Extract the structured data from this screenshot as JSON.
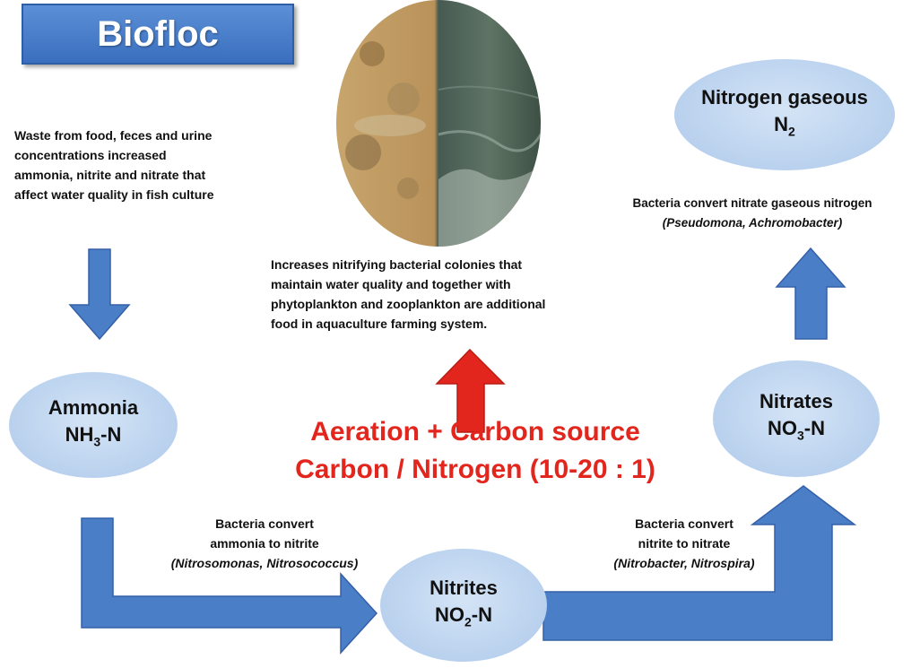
{
  "title": "Biofloc",
  "waste_text": [
    "Waste from food, feces and urine",
    "concentrations increased",
    "ammonia, nitrite and nitrate that",
    "affect water quality in fish culture"
  ],
  "center_text": [
    "Increases nitrifying bacterial colonies that",
    "maintain water quality and together with",
    "phytoplankton and zooplankton are additional",
    "food in aquaculture farming system."
  ],
  "aeration": {
    "line1": "Aeration + Carbon source",
    "line2": "Carbon / Nitrogen (10-20 : 1)"
  },
  "nodes": {
    "ammonia": {
      "name": "Ammonia",
      "formula_prefix": "NH",
      "formula_sub": "3",
      "formula_suffix": "-N"
    },
    "nitrites": {
      "name": "Nitrites",
      "formula_prefix": "NO",
      "formula_sub": "2",
      "formula_suffix": "-N"
    },
    "nitrates": {
      "name": "Nitrates",
      "formula_prefix": "NO",
      "formula_sub": "3",
      "formula_suffix": "-N"
    },
    "nitrogen": {
      "name": "Nitrogen gaseous",
      "formula_prefix": "N",
      "formula_sub": "2",
      "formula_suffix": ""
    }
  },
  "captions": {
    "ammonia_to_nitrite": {
      "line1": "Bacteria convert",
      "line2": "ammonia to nitrite",
      "bacteria": "(Nitrosomonas, Nitrosococcus)"
    },
    "nitrite_to_nitrate": {
      "line1": "Bacteria convert",
      "line2": "nitrite to  nitrate",
      "bacteria": "(Nitrobacter, Nitrospira)"
    },
    "nitrate_to_nitrogen": {
      "line1": "Bacteria convert nitrate gaseous nitrogen",
      "bacteria": "(Pseudomona, Achromobacter)"
    }
  },
  "colors": {
    "arrow_blue": "#4a7fc8",
    "arrow_red": "#e3261d",
    "ellipse": "#b9d1ee",
    "title_box": "#3a6fbf"
  }
}
